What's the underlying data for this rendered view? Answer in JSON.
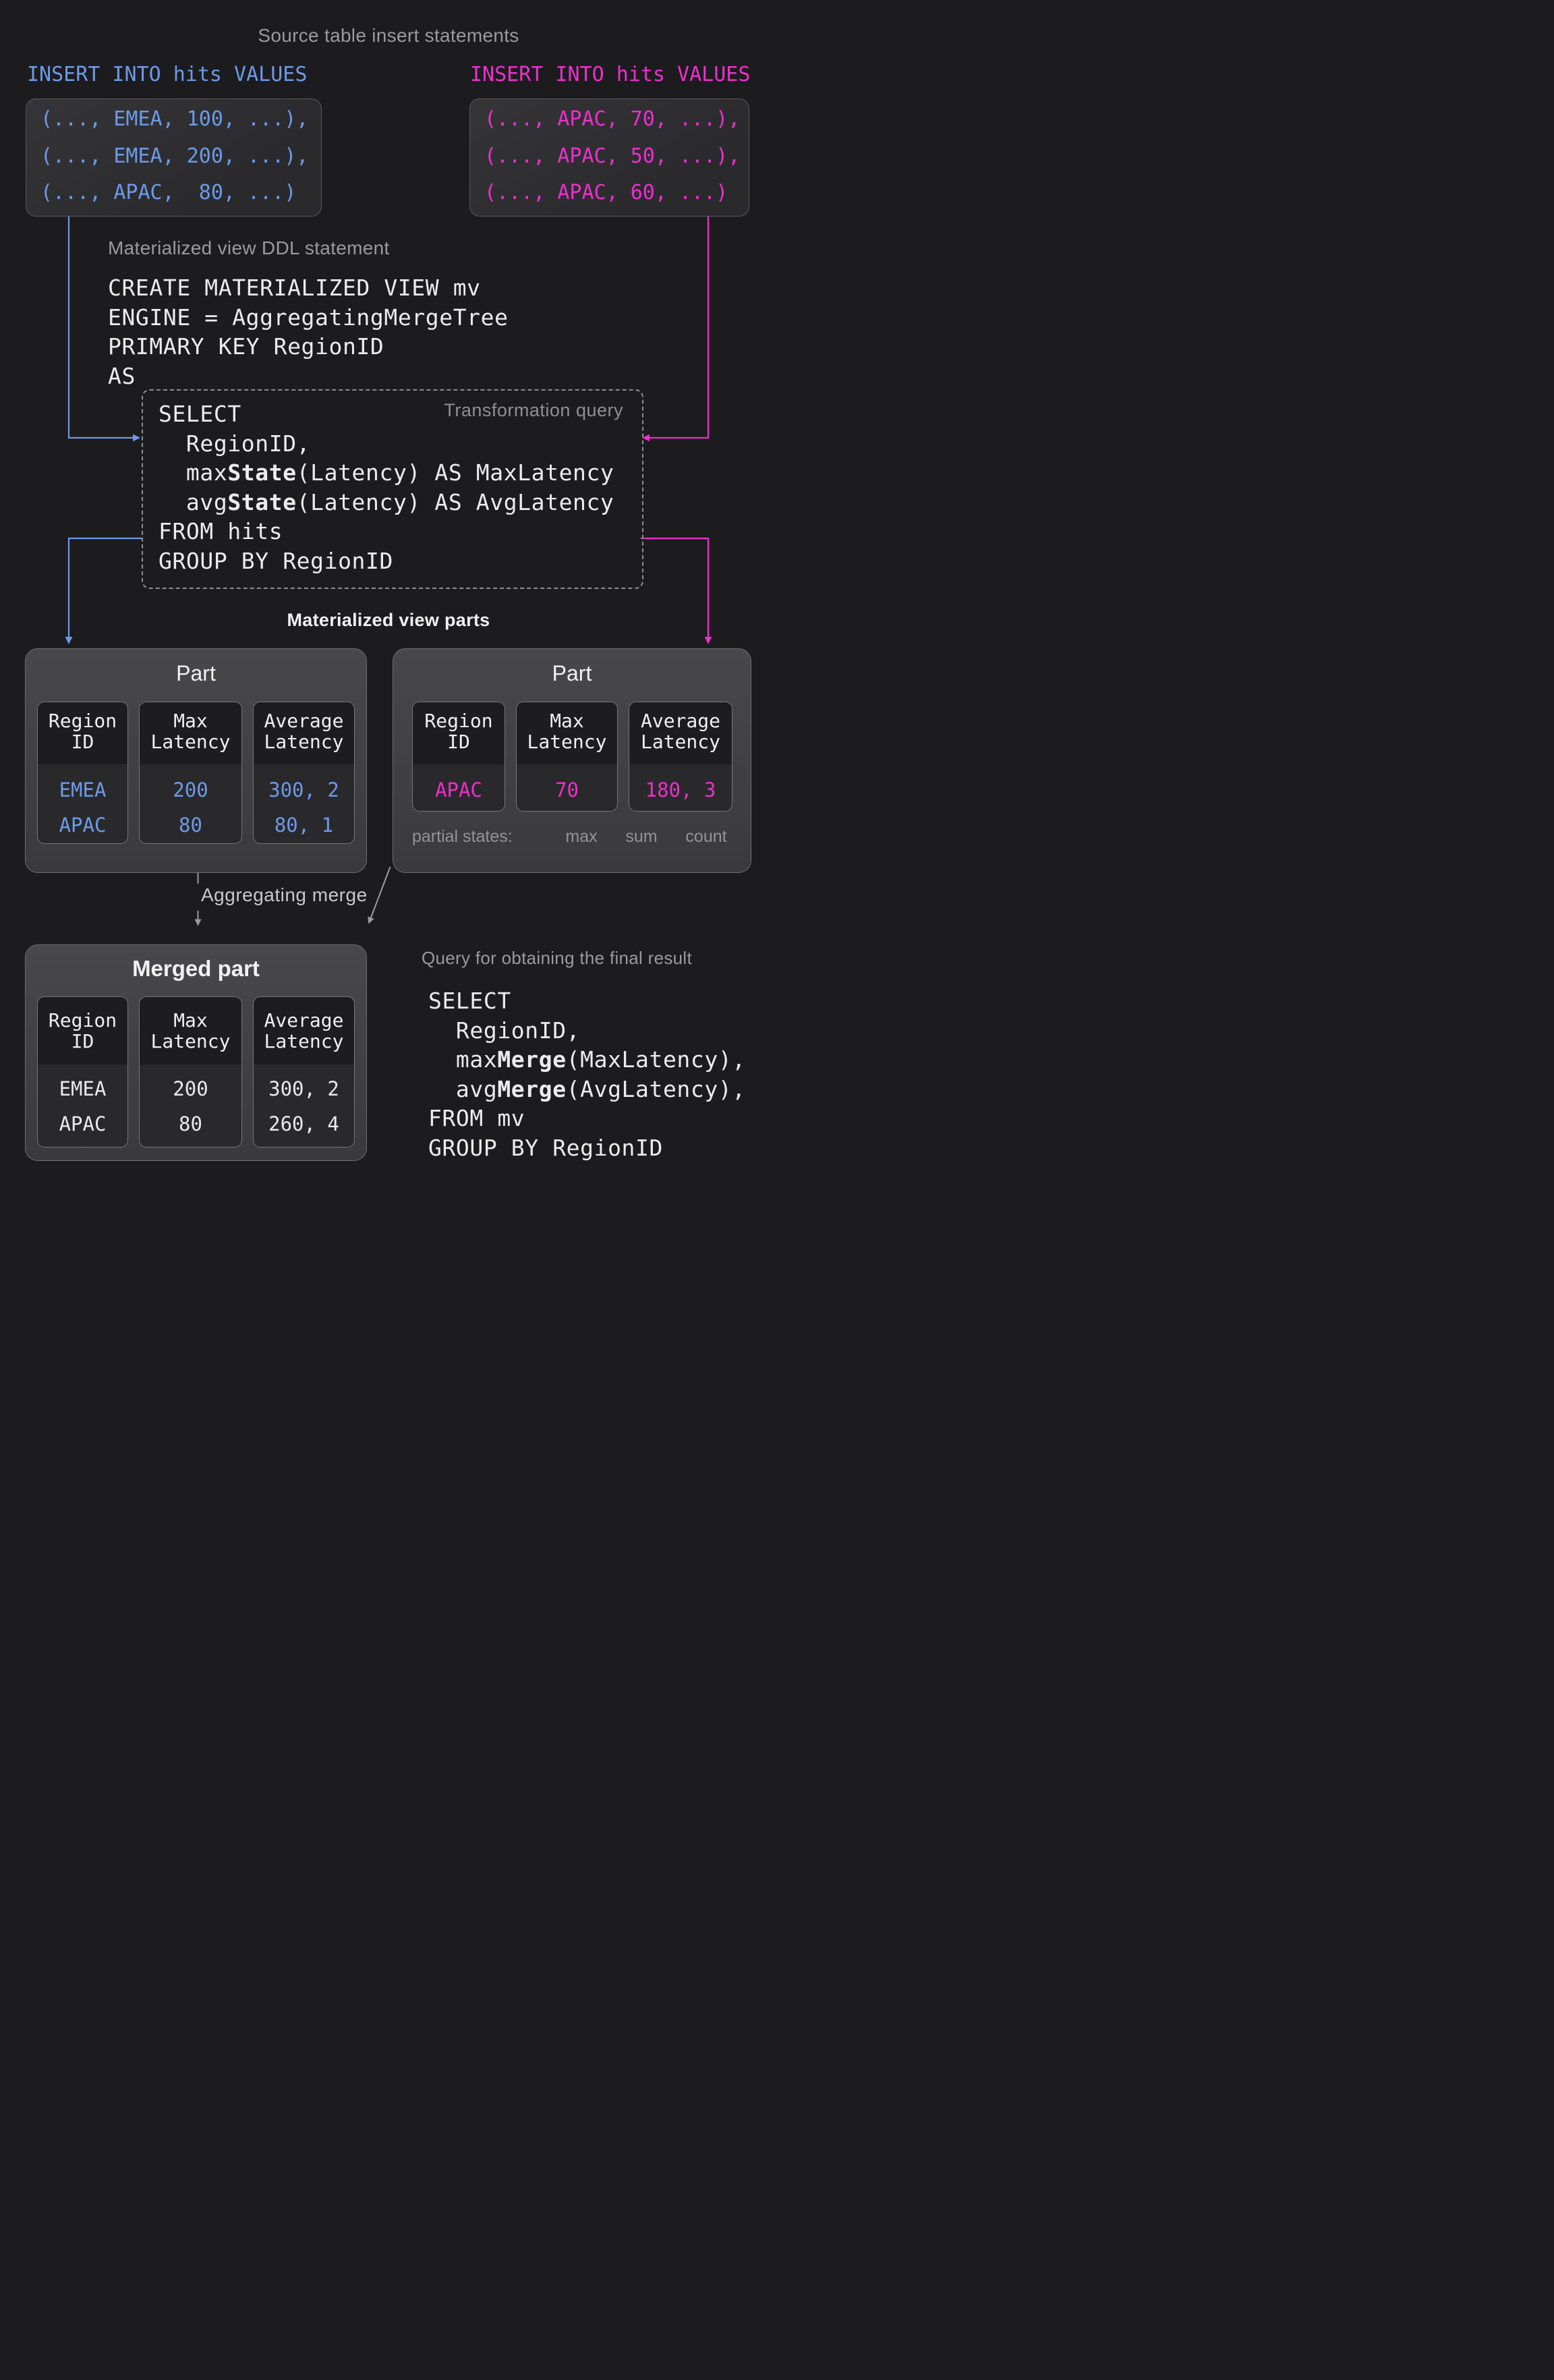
{
  "colors": {
    "background": "#1c1c1e",
    "blue": "#6d9ae9",
    "magenta": "#ee2fce",
    "gray_heading": "#9b9b9e",
    "light_gray": "#c9c9cb",
    "white_text": "#ececec"
  },
  "title": "Source table insert statements",
  "insert_left": {
    "label": "INSERT INTO hits VALUES",
    "rows": [
      "(..., EMEA, 100, ...),",
      "(..., EMEA, 200, ...),",
      "(..., APAC,  80, ...)"
    ]
  },
  "insert_right": {
    "label": "INSERT INTO hits VALUES",
    "rows": [
      "(..., APAC, 70, ...),",
      "(..., APAC, 50, ...),",
      "(..., APAC, 60, ...)"
    ]
  },
  "ddl": {
    "heading": "Materialized view DDL statement",
    "code": [
      "CREATE MATERIALIZED VIEW mv",
      "ENGINE = AggregatingMergeTree",
      "PRIMARY KEY RegionID",
      "AS"
    ]
  },
  "transform": {
    "label": "Transformation query",
    "code": [
      [
        [
          "SELECT"
        ]
      ],
      [
        [
          "  RegionID,"
        ]
      ],
      [
        [
          "  max"
        ],
        [
          "State",
          "b"
        ],
        [
          "(Latency) AS MaxLatency"
        ]
      ],
      [
        [
          "  avg"
        ],
        [
          "State",
          "b"
        ],
        [
          "(Latency) AS AvgLatency"
        ]
      ],
      [
        [
          "FROM hits"
        ]
      ],
      [
        [
          "GROUP BY RegionID"
        ]
      ]
    ]
  },
  "parts": {
    "heading": "Materialized view parts",
    "left": {
      "title": "Part",
      "columns": [
        {
          "header": "Region ID",
          "values": [
            "EMEA",
            "APAC"
          ]
        },
        {
          "header": "Max Latency",
          "values": [
            "200",
            "80"
          ]
        },
        {
          "header": "Average Latency",
          "values": [
            "300, 2",
            "80, 1"
          ]
        }
      ]
    },
    "right": {
      "title": "Part",
      "columns": [
        {
          "header": "Region ID",
          "values": [
            "APAC"
          ]
        },
        {
          "header": "Max Latency",
          "values": [
            "70"
          ]
        },
        {
          "header": "Average Latency",
          "values": [
            "180, 3"
          ]
        }
      ],
      "partial_states_label": "partial states:",
      "markers": [
        "max",
        "sum",
        "count"
      ]
    }
  },
  "merge": {
    "label": "Aggregating merge"
  },
  "merged": {
    "title": "Merged part",
    "columns": [
      {
        "header": "Region ID",
        "values": [
          "EMEA",
          "APAC"
        ]
      },
      {
        "header": "Max Latency",
        "values": [
          "200",
          "80"
        ]
      },
      {
        "header": "Average Latency",
        "values": [
          "300, 2",
          "260, 4"
        ]
      }
    ]
  },
  "final": {
    "heading": "Query for obtaining the final result",
    "code": [
      [
        [
          "SELECT"
        ]
      ],
      [
        [
          "  RegionID,"
        ]
      ],
      [
        [
          "  max"
        ],
        [
          "Merge",
          "b"
        ],
        [
          "(MaxLatency),"
        ]
      ],
      [
        [
          "  avg"
        ],
        [
          "Merge",
          "b"
        ],
        [
          "(AvgLatency),"
        ]
      ],
      [
        [
          "FROM mv"
        ]
      ],
      [
        [
          "GROUP BY RegionID"
        ]
      ]
    ]
  }
}
